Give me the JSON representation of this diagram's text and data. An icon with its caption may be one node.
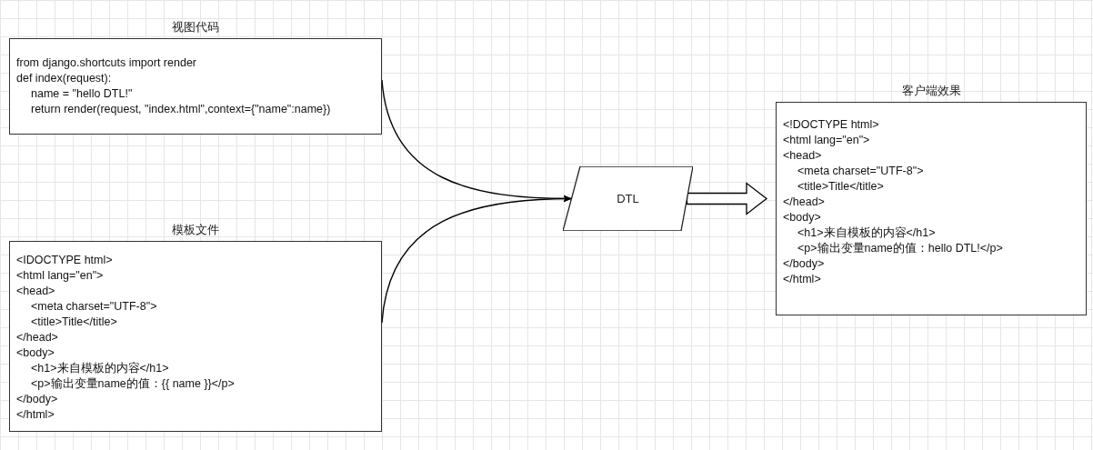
{
  "diagram": {
    "nodes": [
      {
        "text": [
          "视图代码",
          "from django.shortcuts import render",
          "def index(request):",
          "name = \"hello DTL!\"",
          "return render(request, \"index.html\",context={\"name\":name})"
        ]
      },
      {
        "text": [
          "模板文件",
          "<IDOCTYPE html>",
          "<html lang=\"en\">",
          "<head>",
          "<meta charset=\"UTF-8\">",
          "<title>Title</title>",
          "</head>",
          "<body>",
          "<h1>来自模板的内容</h1>",
          "<p>输出变量name的值：{{ name }}</p>",
          "</body>",
          "</html>"
        ]
      },
      {
        "text": [
          "DTL"
        ]
      },
      {
        "text": [
          "客户端效果",
          "<!DOCTYPE html>",
          "<html lang=\"en\">",
          "<head>",
          "<meta charset=\"UTF-8\">",
          "<title>Title</title>",
          "</head>",
          "<body>",
          "<h1>来自模板的内容</h1>",
          "<p>输出变量name的值：hello DTL!</p>",
          "</body>",
          "</html>"
        ]
      }
    ],
    "edges": [
      {
        "from": 0,
        "to": 2,
        "arrow": "to"
      },
      {
        "from": 1,
        "to": 2,
        "arrow": "to"
      },
      {
        "from": 2,
        "to": 3,
        "arrow": "to",
        "style": "thick"
      }
    ]
  }
}
